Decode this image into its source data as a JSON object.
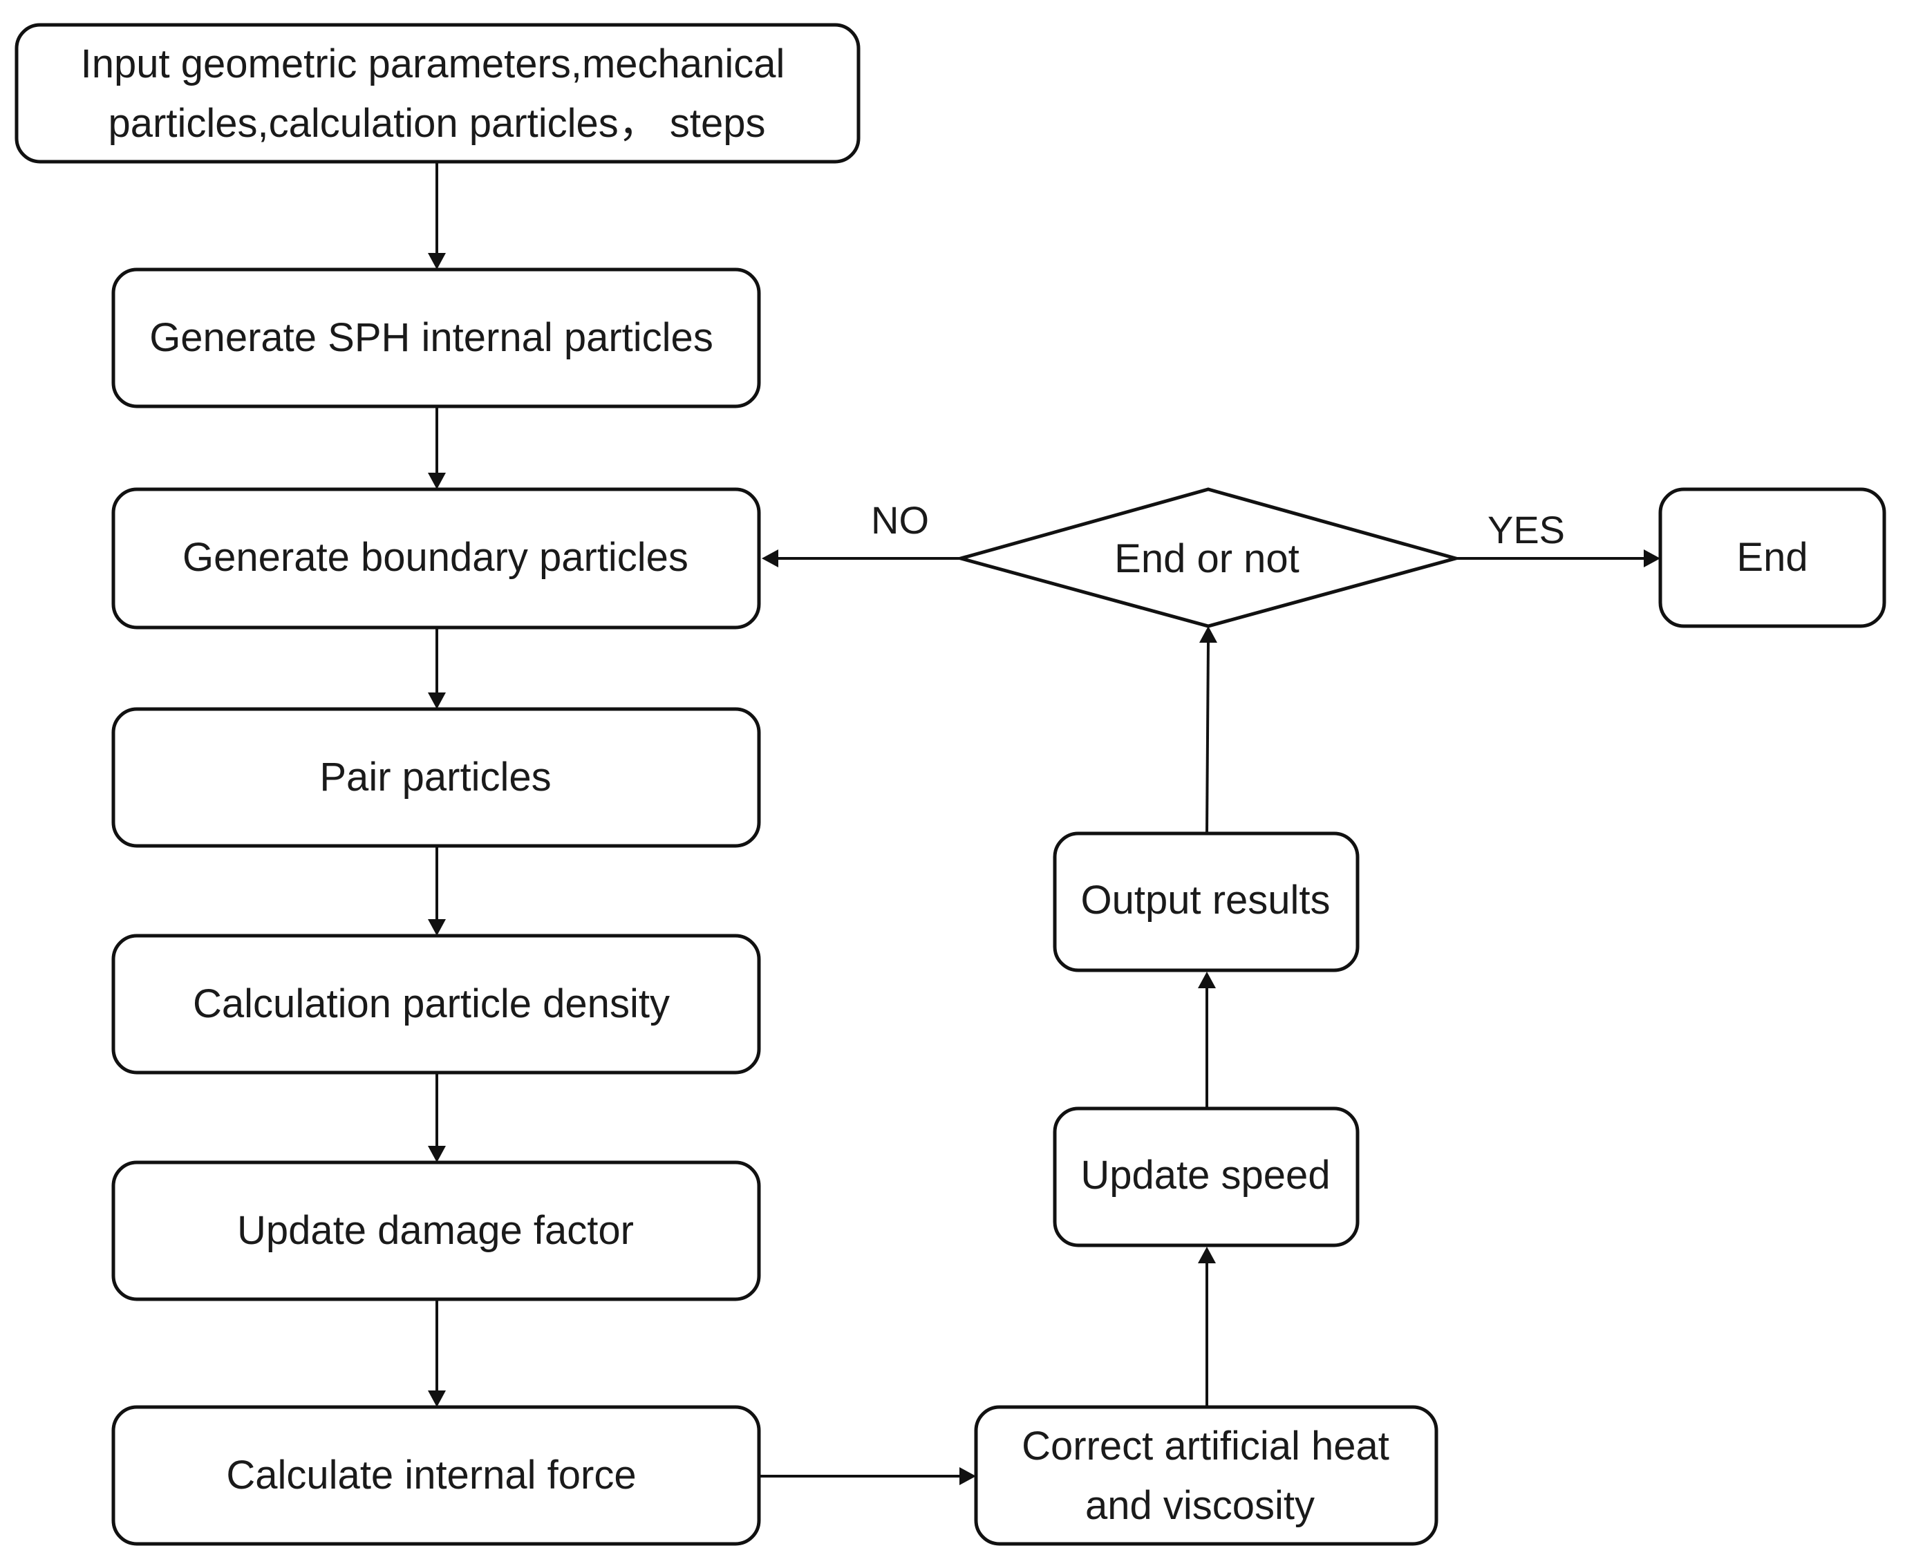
{
  "flowchart": {
    "nodes": {
      "input": {
        "line1": "Input geometric parameters,mechanical",
        "line2": "particles,calculation particles， steps"
      },
      "generate_internal": {
        "label": "Generate SPH internal particles"
      },
      "generate_boundary": {
        "label": "Generate boundary particles"
      },
      "pair": {
        "label": "Pair particles"
      },
      "density": {
        "label": "Calculation particle density"
      },
      "damage": {
        "label": "Update damage  factor"
      },
      "internal_force": {
        "label": "Calculate internal force"
      },
      "correct": {
        "line1": "Correct artificial  heat",
        "line2": "and viscosity"
      },
      "update_speed": {
        "label": "Update speed"
      },
      "output": {
        "label": "Output results"
      },
      "decision": {
        "label": "End or not"
      },
      "end": {
        "label": "End"
      }
    },
    "edges": {
      "no_label": "NO",
      "yes_label": "YES"
    },
    "colors": {
      "stroke": "#111111",
      "fill": "#ffffff",
      "text": "#1a1a1a"
    }
  }
}
